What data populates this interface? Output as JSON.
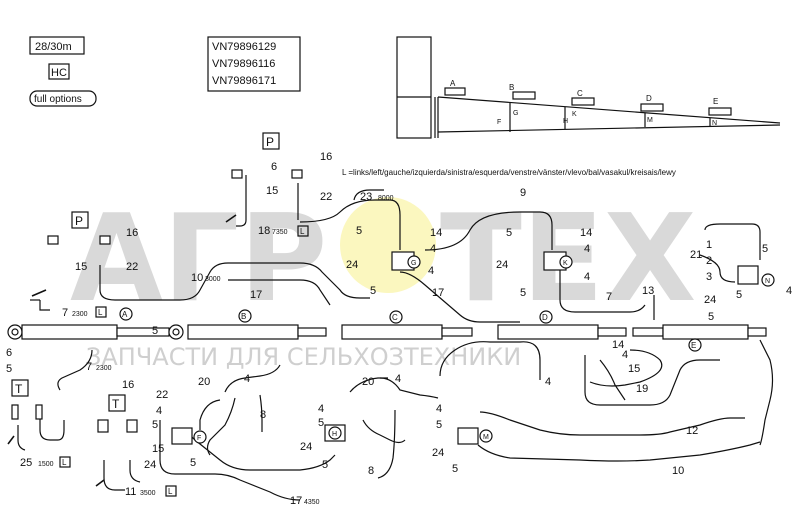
{
  "header": {
    "size_label": "28/30m",
    "hc_label": "HC",
    "options_label": "full options",
    "part_numbers": [
      "VN79896129",
      "VN79896116",
      "VN79896171"
    ]
  },
  "watermark": {
    "logo_left": "АГР",
    "logo_right": "ТЕХ",
    "tagline": "ЗАПЧАСТИ ДЛЯ СЕЛЬХОЗТЕХНИКИ"
  },
  "boom": {
    "section_letters": [
      "A",
      "B",
      "C",
      "D",
      "E"
    ],
    "joint_letters": [
      "F",
      "G",
      "H",
      "K",
      "M",
      "N"
    ]
  },
  "left_note": "L =links/left/gauche/izquierda/sinistra/esquerda/venstre/vänster/vlevo/bal/vasakul/kreisais/lewy",
  "boxes": {
    "p_top": "P",
    "p_left": "P",
    "t_left": "T",
    "t_mid": "T",
    "l": "L"
  },
  "cylinders": [
    "A",
    "B",
    "C",
    "D",
    "E"
  ],
  "valves": [
    "G",
    "K",
    "N",
    "F",
    "H",
    "M"
  ],
  "hoses": {
    "h23": {
      "num": "23",
      "len": "8000"
    },
    "h18": {
      "num": "18",
      "len": "7350"
    },
    "h10": {
      "num": "10",
      "len": "3000"
    },
    "h7a": {
      "num": "7",
      "len": "2300"
    },
    "h7b": {
      "num": "7",
      "len": "2300"
    },
    "h25": {
      "num": "25",
      "len": "1500"
    },
    "h11": {
      "num": "11",
      "len": "3500"
    },
    "h17": {
      "num": "17",
      "len": "4350"
    }
  },
  "labels": {
    "n1": "1",
    "n2": "2",
    "n3": "3",
    "n4": "4",
    "n5": "5",
    "n6": "6",
    "n7": "7",
    "n8": "8",
    "n9": "9",
    "n10": "10",
    "n12": "12",
    "n13": "13",
    "n14": "14",
    "n15": "15",
    "n16": "16",
    "n17": "17",
    "n19": "19",
    "n20": "20",
    "n21": "21",
    "n22": "22",
    "n24": "24"
  }
}
